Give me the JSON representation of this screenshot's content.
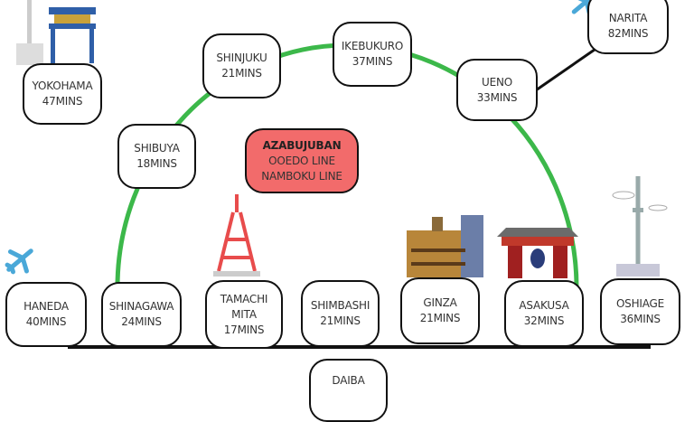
{
  "title": "Travel times from Azabujuban",
  "hub": {
    "name": "AZABUJUBAN",
    "lines": [
      "OOEDO LINE",
      "NAMBOKU LINE"
    ]
  },
  "stations": {
    "yokohama": {
      "name": "YOKOHAMA",
      "time": "47MINS"
    },
    "shinjuku": {
      "name": "SHINJUKU",
      "time": "21MINS"
    },
    "ikebukuro": {
      "name": "IKEBUKURO",
      "time": "37MINS"
    },
    "ueno": {
      "name": "UENO",
      "time": "33MINS"
    },
    "narita": {
      "name": "NARITA",
      "time": "82MINS"
    },
    "shibuya": {
      "name": "SHIBUYA",
      "time": "18MINS"
    },
    "haneda": {
      "name": "HANEDA",
      "time": "40MINS"
    },
    "shinagawa": {
      "name": "SHINAGAWA",
      "time": "24MINS"
    },
    "tamachi": {
      "name": "TAMACHI",
      "name2": "MITA",
      "time": "17MINS"
    },
    "shimbashi": {
      "name": "SHIMBASHI",
      "time": "21MINS"
    },
    "ginza": {
      "name": "GINZA",
      "time": "21MINS"
    },
    "asakusa": {
      "name": "ASAKUSA",
      "time": "32MINS"
    },
    "oshiage": {
      "name": "OSHIAGE",
      "time": "36MINS"
    },
    "daiba": {
      "name": "DAIBA"
    }
  },
  "colors": {
    "loop_line": "#3cb84a",
    "hub_fill": "#f26b6b",
    "rail": "#111111"
  }
}
